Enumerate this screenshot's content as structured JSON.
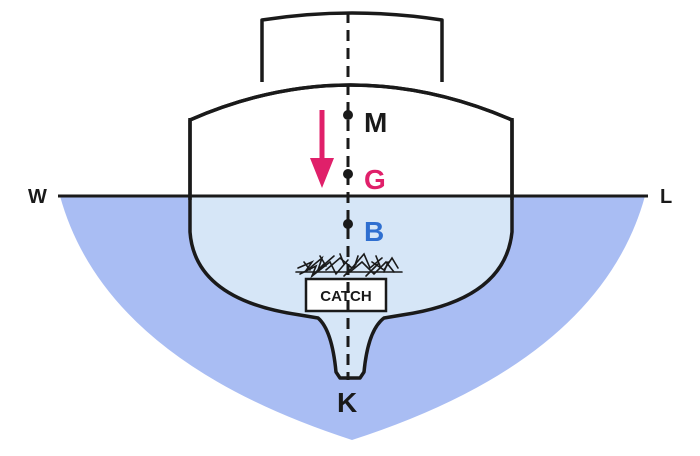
{
  "waterline": {
    "left_label": "W",
    "right_label": "L"
  },
  "points": {
    "metacenter": "M",
    "gravity": "G",
    "buoyancy": "B",
    "keel": "K"
  },
  "catch_label": "CATCH",
  "colors": {
    "sea": "#a9bdf3",
    "submerged_hull": "#d6e6f7",
    "hull_above": "#ffffff",
    "outline": "#1a1a1a",
    "gravity": "#e0206a",
    "buoyancy": "#2f6fd0",
    "text": "#1a1a1a"
  }
}
